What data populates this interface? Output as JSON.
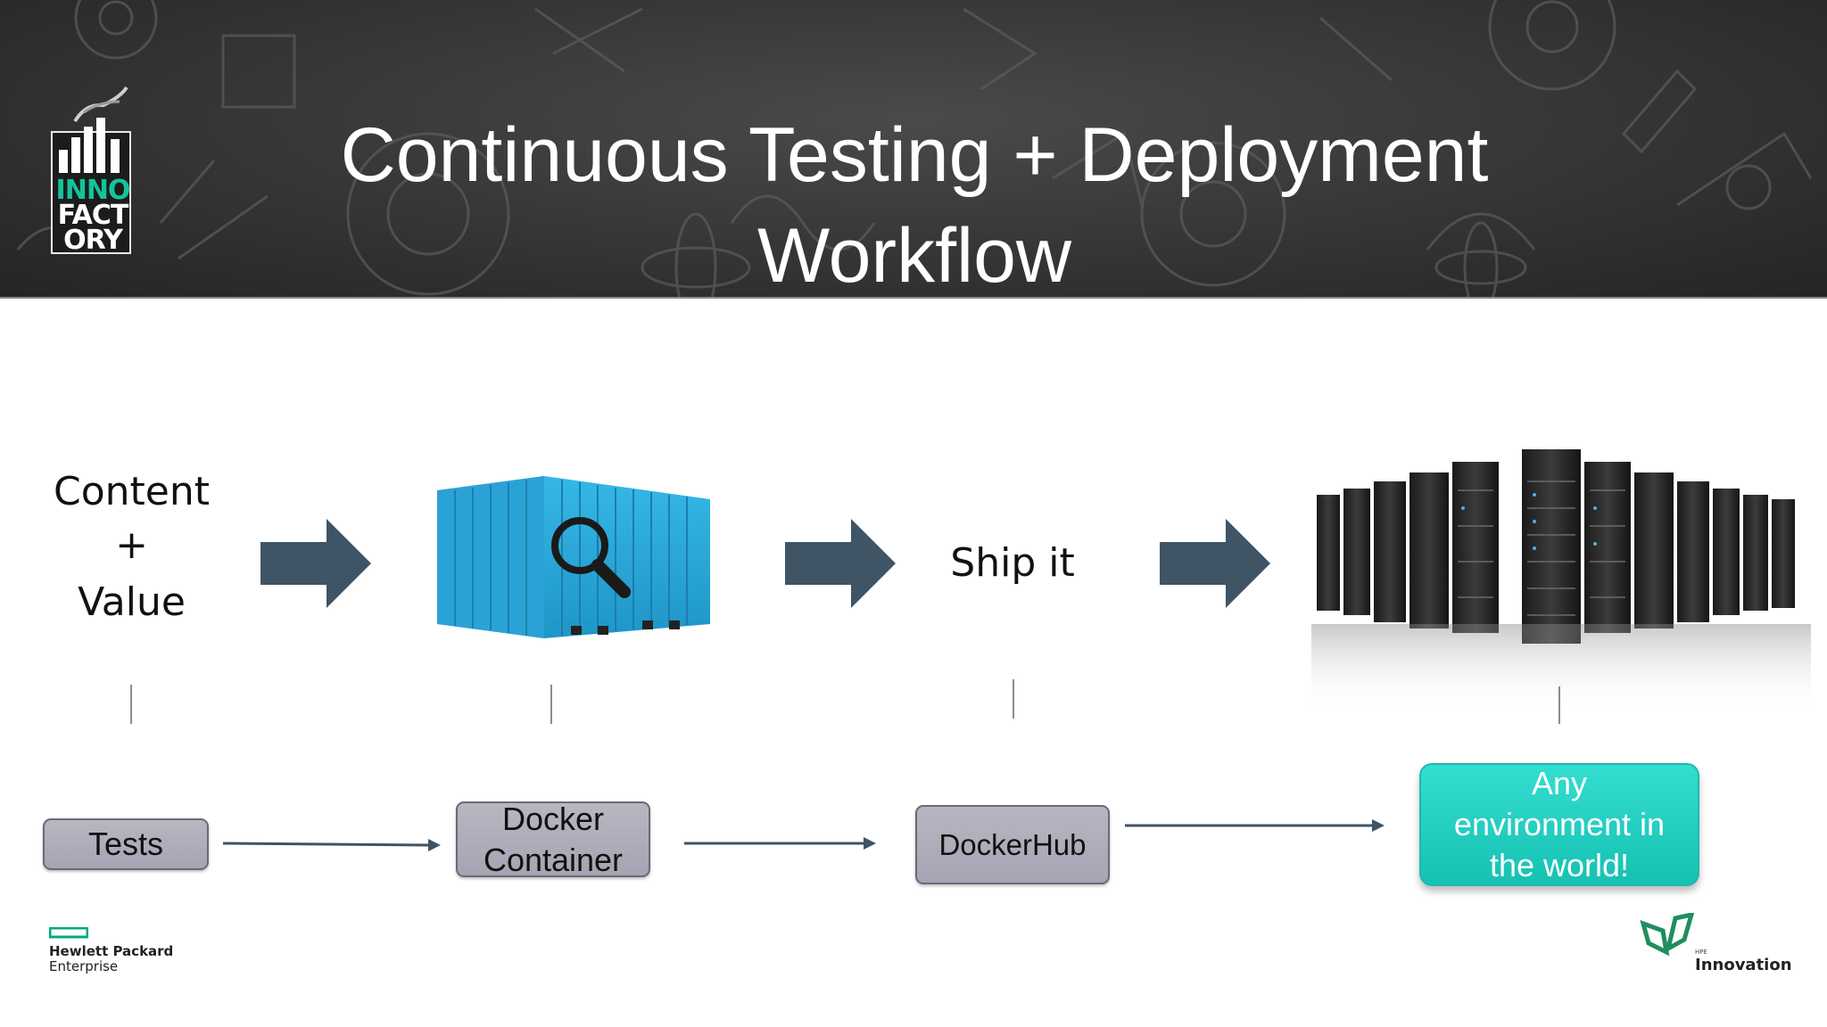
{
  "slide": {
    "title_line1": "Continuous Testing + Deployment",
    "title_line2": "Workflow"
  },
  "logo": {
    "line1": "INNO",
    "line2": "FACT",
    "line3": "ORY"
  },
  "top_row": {
    "content_line1": "Content",
    "content_line2": "+",
    "content_line3": "Value",
    "ship": "Ship it"
  },
  "boxes": {
    "tests": "Tests",
    "docker_line1": "Docker",
    "docker_line2": "Container",
    "dockerhub": "DockerHub",
    "any_line1": "Any",
    "any_line2": "environment in",
    "any_line3": "the world!"
  },
  "footer": {
    "hpe_line1": "Hewlett Packard",
    "hpe_line2": "Enterprise",
    "innovation_small": "HPE",
    "innovation": "Innovation"
  },
  "colors": {
    "arrow": "#3f5465",
    "box_gray": "#aba7b6",
    "box_teal": "#1fcdbd",
    "container_blue": "#29a7d6",
    "hpe_green": "#01a982"
  },
  "icons": [
    "right-arrow-icon",
    "shipping-container-icon",
    "magnifier-icon",
    "server-rack-icon",
    "hpe-logo-icon",
    "innovation-icon"
  ]
}
